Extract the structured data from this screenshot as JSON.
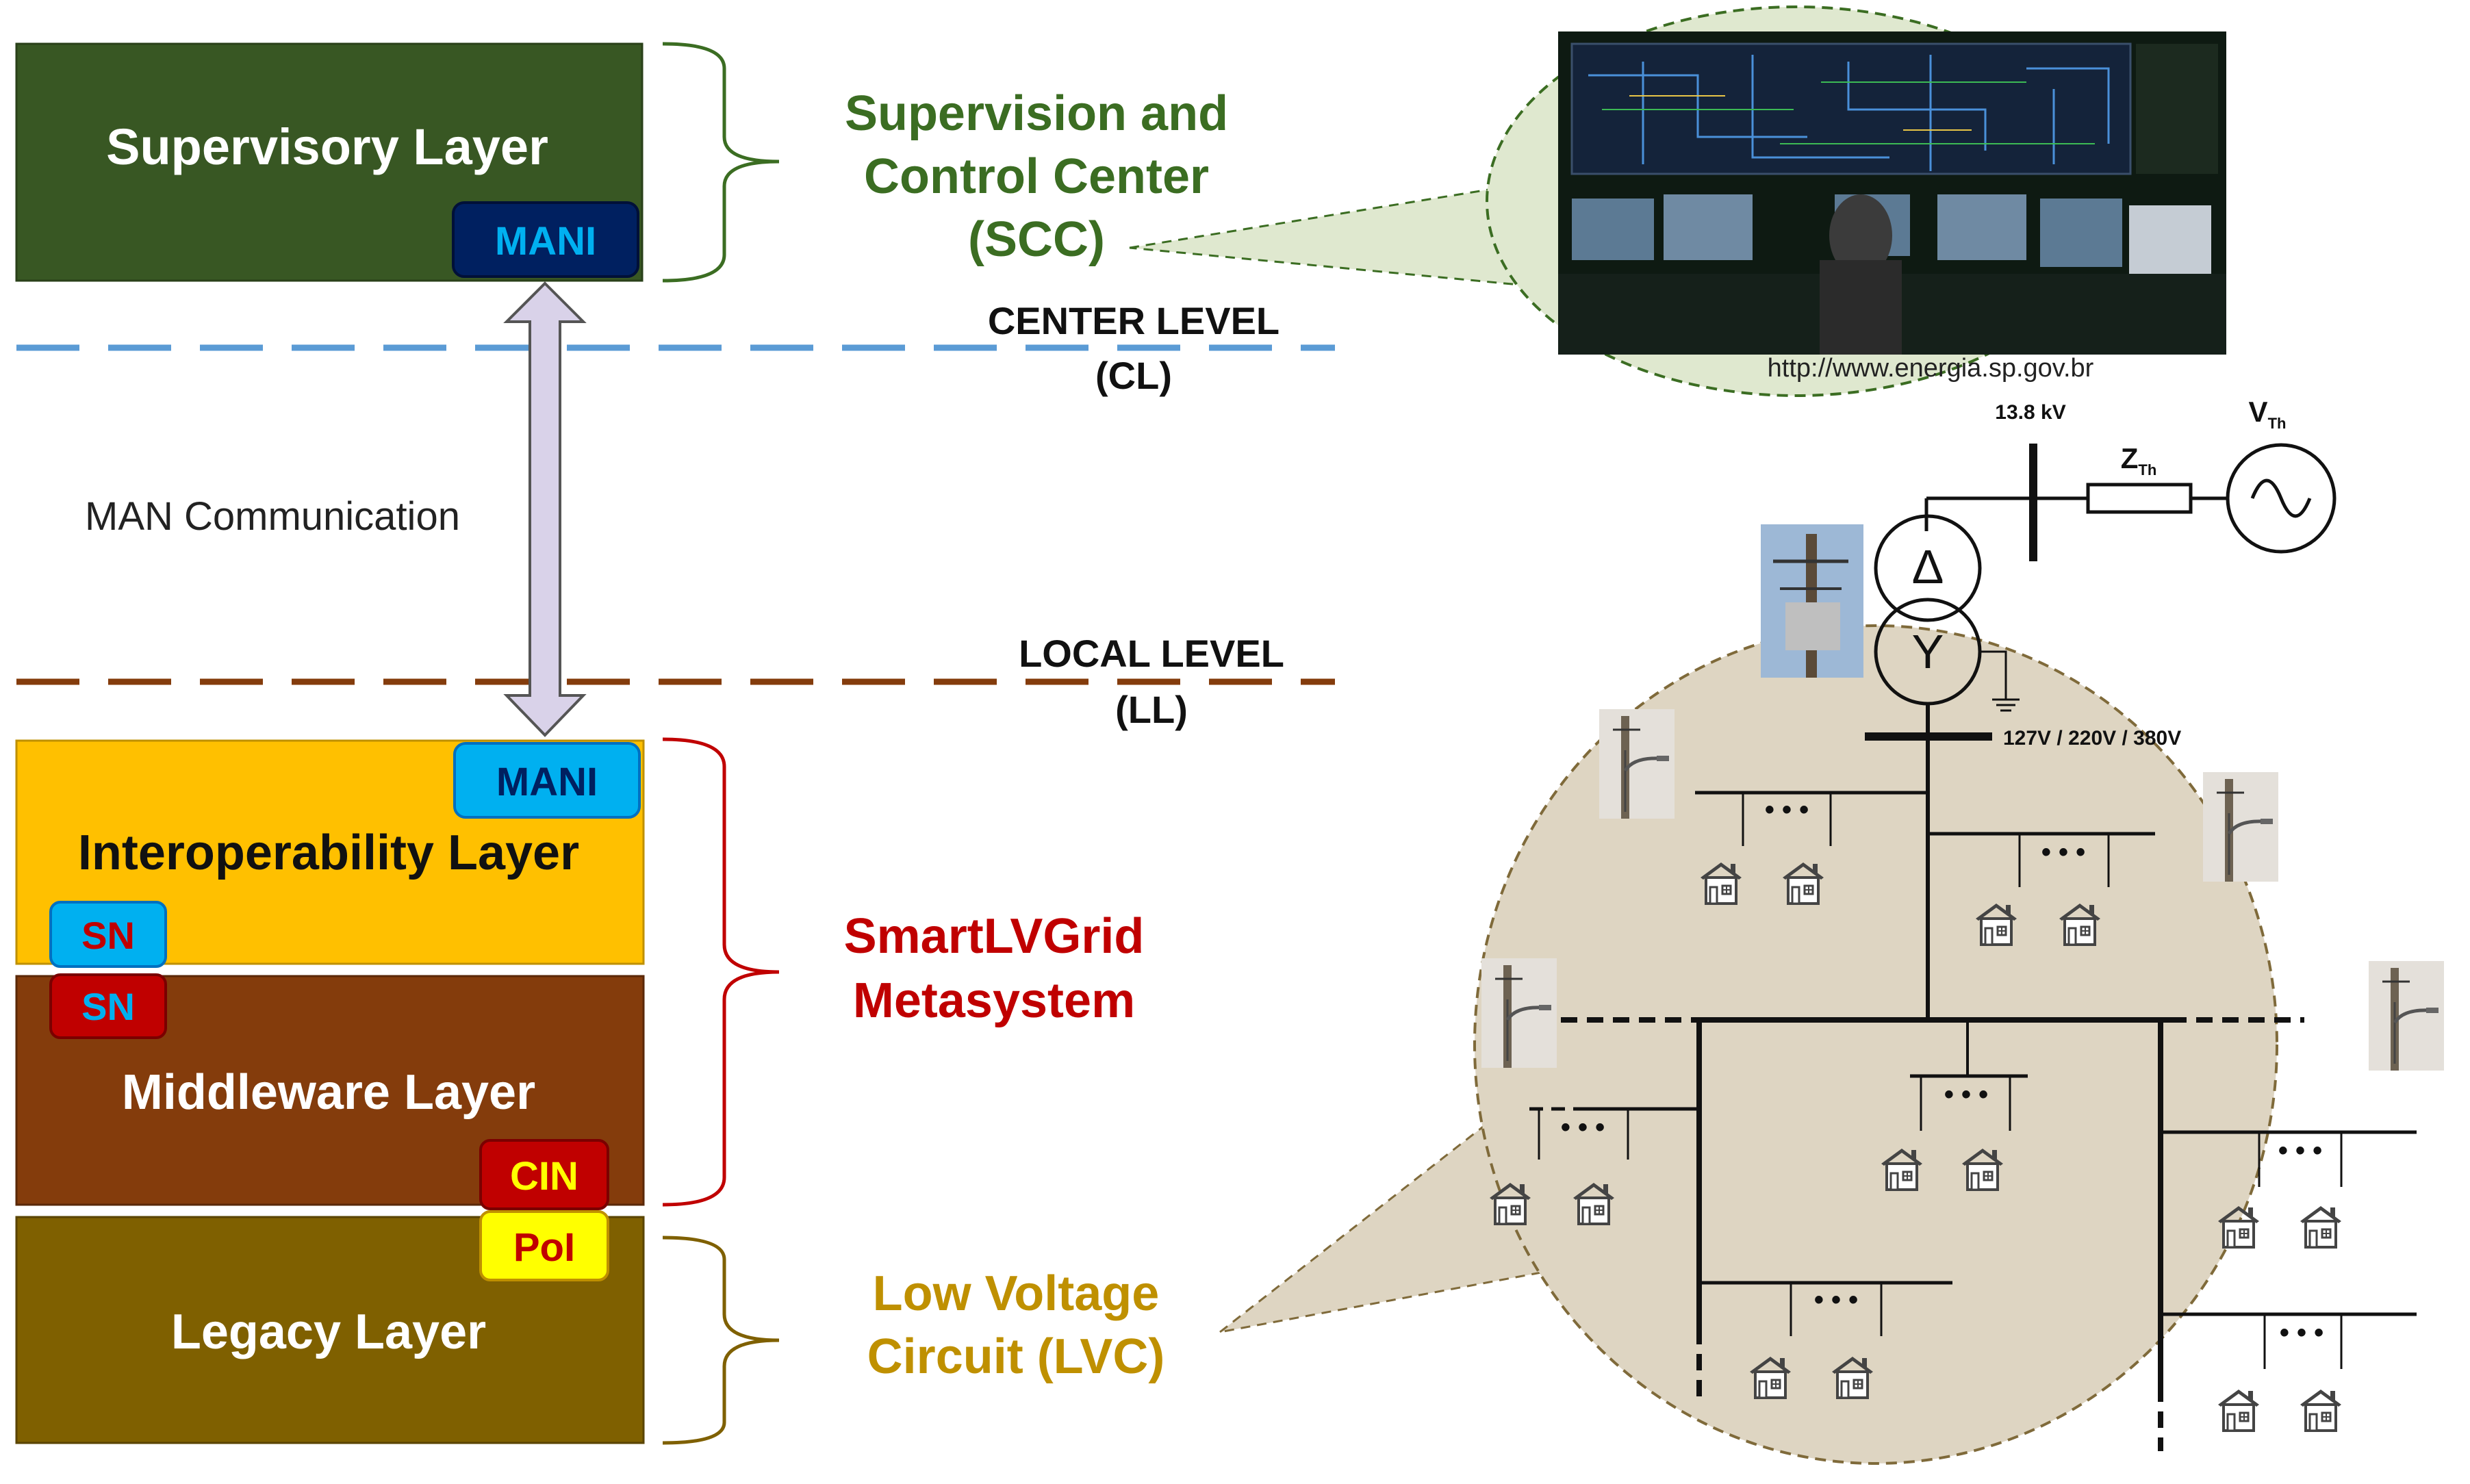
{
  "layers": {
    "supervisory": {
      "label": "Supervisory Layer",
      "color": "#385723"
    },
    "interoperability": {
      "label": "Interoperability Layer",
      "color": "#ffc000"
    },
    "middleware": {
      "label": "Middleware Layer",
      "color": "#843c0c"
    },
    "legacy": {
      "label": "Legacy Layer",
      "color": "#7f6000"
    }
  },
  "badges": {
    "mani_top": "MANI",
    "mani_interop": "MANI",
    "sn_interop": "SN",
    "sn_middleware": "SN",
    "cin": "CIN",
    "poi": "PoI"
  },
  "groups": {
    "scc_line1": "Supervision and",
    "scc_line2": "Control Center",
    "scc_line3": "(SCC)",
    "metasystem_line1": "SmartLVGrid",
    "metasystem_line2": "Metasystem",
    "lvc_line1": "Low Voltage",
    "lvc_line2": "Circuit (LVC)"
  },
  "levels": {
    "center_line1": "CENTER LEVEL",
    "center_line2": "(CL)",
    "local_line1": "LOCAL LEVEL",
    "local_line2": "(LL)"
  },
  "communication": {
    "label": "MAN Communication"
  },
  "photo": {
    "credit": "http://www.energia.sp.gov.br"
  },
  "circuit": {
    "mv_voltage": "13.8 kV",
    "impedance": "Z",
    "impedance_sub": "Th",
    "source": "V",
    "source_sub": "Th",
    "delta_symbol": "Δ",
    "wye_symbol": "Y",
    "lv_voltage": "127V / 220V / 380V"
  },
  "colors": {
    "scc_text": "#3b6d22",
    "metasystem_text": "#c00000",
    "lvc_text": "#bf9000",
    "center_line": "#5b9bd5",
    "local_line": "#843c0c",
    "mani_top_bg": "#002060",
    "mani_interop_bg": "#00b0f0",
    "sn_interop_bg": "#00b0f0",
    "sn_middleware_bg": "#c00000",
    "cin_bg": "#c00000",
    "poi_bg": "#ffff00",
    "arrow_fill": "#d9d2e9",
    "bubble_fill": "#ded5c2"
  }
}
